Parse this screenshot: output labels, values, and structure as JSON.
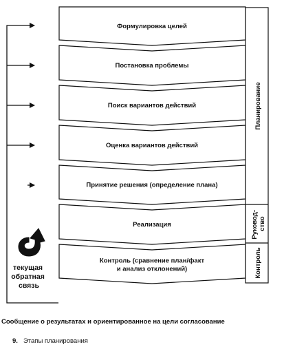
{
  "stages": [
    {
      "label": "Формулировка целей"
    },
    {
      "label": "Постановка проблемы"
    },
    {
      "label": "Поиск вариантов действий"
    },
    {
      "label": "Оценка вариантов действий"
    },
    {
      "label": "Принятие решения (определение плана)"
    },
    {
      "label": "Реализация"
    },
    {
      "label_lines": [
        "Контроль (сравнение план/факт",
        "и анализ отклонений)"
      ]
    }
  ],
  "side_sections": [
    {
      "label": "Планирование"
    },
    {
      "label_lines": [
        "Руковод-",
        "ство"
      ]
    },
    {
      "label": "Контроль"
    }
  ],
  "feedback": {
    "lines": [
      "текущая",
      "обратная",
      "связь"
    ]
  },
  "bottom_caption": "Сообщение о результатах и ориентированное на цели согласование",
  "figure": {
    "number": "9.",
    "title": "Этапы планирования"
  }
}
